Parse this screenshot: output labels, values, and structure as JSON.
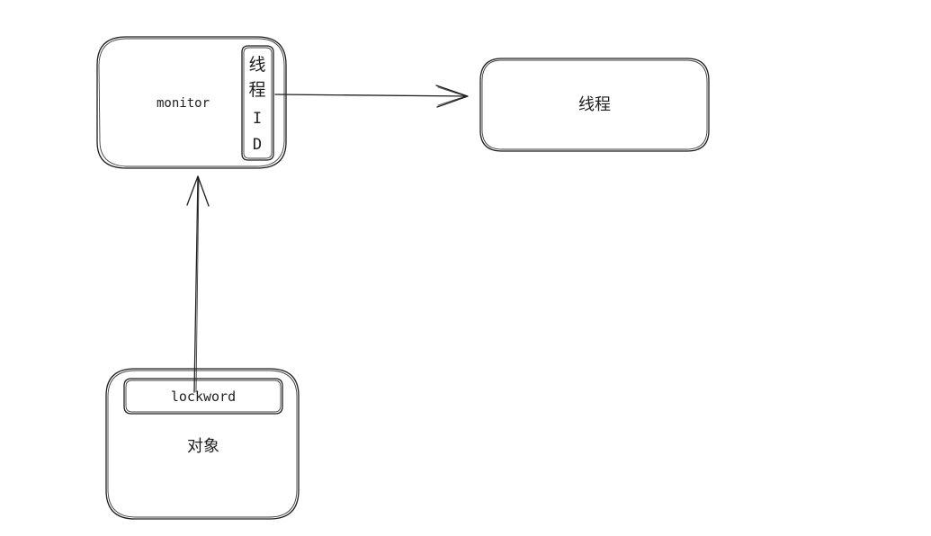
{
  "diagram": {
    "nodes": {
      "monitor": {
        "label": "monitor"
      },
      "thread_id_field": {
        "chars": [
          "线",
          "程",
          "I",
          "D"
        ],
        "label": "线程ID"
      },
      "thread": {
        "label": "线程"
      },
      "object": {
        "label": "对象"
      },
      "lockword_field": {
        "label": "lockword"
      }
    },
    "edges": [
      {
        "from": "thread_id_field",
        "to": "thread",
        "style": "arrow"
      },
      {
        "from": "lockword_field",
        "to": "monitor",
        "style": "arrow"
      }
    ],
    "colors": {
      "stroke": "#1e1e1e",
      "background": "#ffffff"
    }
  }
}
